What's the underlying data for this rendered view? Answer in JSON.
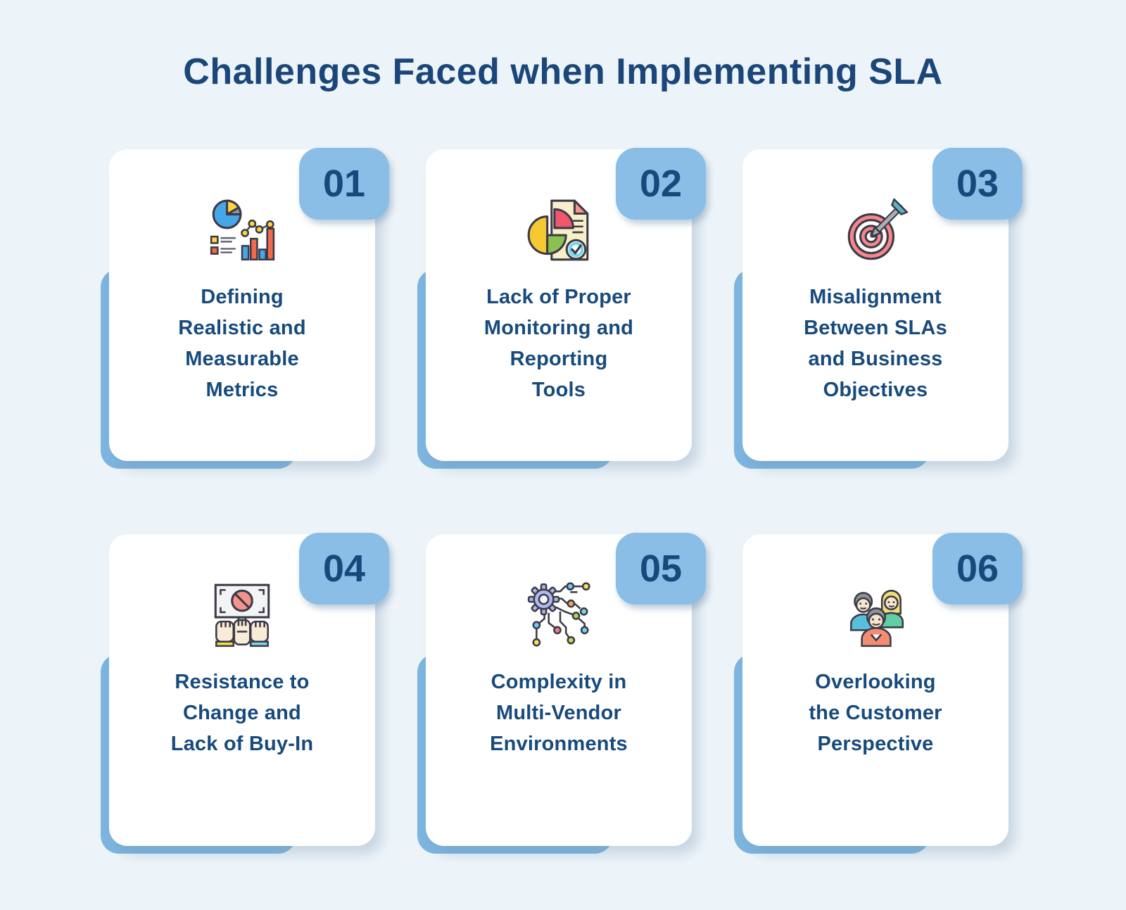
{
  "page": {
    "title": "Challenges Faced when Implementing SLA"
  },
  "colors": {
    "background": "#edf4f9",
    "card_white": "#ffffff",
    "badge_blue": "#8abee6",
    "shadow_blue": "#7cb5df",
    "navy_text": "#174a7d"
  },
  "cards": [
    {
      "number": "01",
      "icon": "analytics-chart-icon",
      "title": "Defining\nRealistic and\nMeasurable\nMetrics"
    },
    {
      "number": "02",
      "icon": "report-piechart-icon",
      "title": "Lack of Proper\nMonitoring and\nReporting\nTools"
    },
    {
      "number": "03",
      "icon": "target-arrow-icon",
      "title": "Misalignment\nBetween SLAs\nand Business\nObjectives"
    },
    {
      "number": "04",
      "icon": "protest-sign-icon",
      "title": "Resistance to\nChange and\nLack of Buy-In"
    },
    {
      "number": "05",
      "icon": "gear-network-icon",
      "title": "Complexity in\nMulti-Vendor\nEnvironments"
    },
    {
      "number": "06",
      "icon": "people-group-icon",
      "title": "Overlooking\nthe Customer\nPerspective"
    }
  ]
}
